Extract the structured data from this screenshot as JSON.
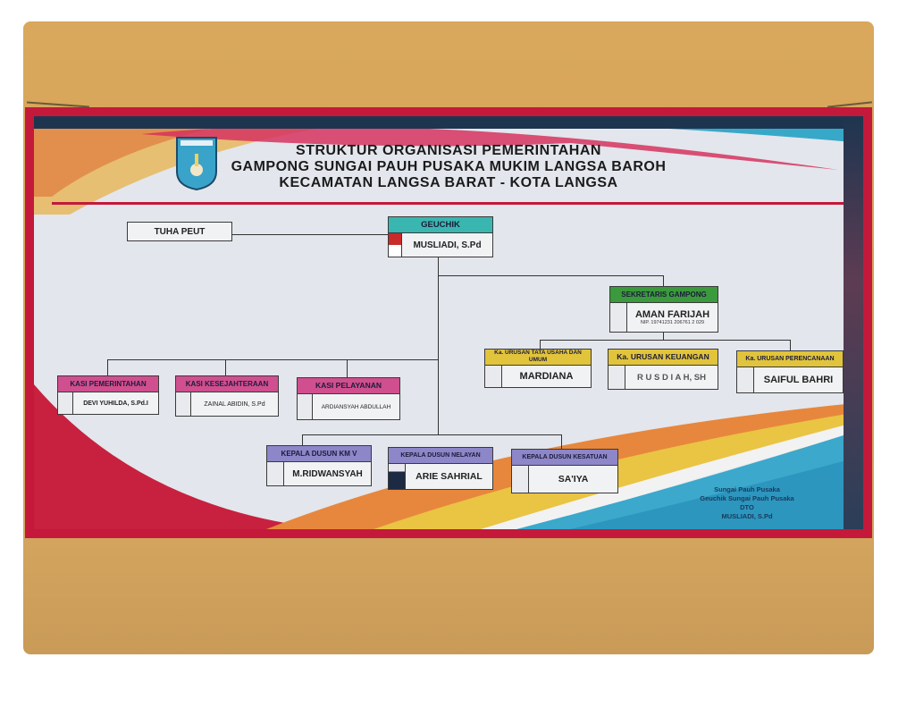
{
  "header": {
    "title_line1": "STRUKTUR ORGANISASI PEMERINTAHAN",
    "title_line2": "GAMPONG SUNGAI PAUH PUSAKA MUKIM LANGSA BAROH",
    "title_line3": "KECAMATAN LANGSA BARAT - KOTA LANGSA",
    "emblem_icon": "kota-langsa-emblem-icon"
  },
  "advisory": {
    "label": "TUHA PEUT"
  },
  "head": {
    "title": "GEUCHIK",
    "name": "MUSLIADI, S.Pd",
    "color": "#3ab6b0"
  },
  "secretary": {
    "title": "SEKRETARIS GAMPONG",
    "name": "AMAN FARIJAH",
    "nip": "NIP. 19741231 206761 2 029",
    "color": "#3a9a3c"
  },
  "urusan": [
    {
      "title": "Ka. URUSAN TATA USAHA DAN UMUM",
      "name": "MARDIANA"
    },
    {
      "title": "Ka. URUSAN KEUANGAN",
      "name": "R U S D I A H, SH"
    },
    {
      "title": "Ka. URUSAN PERENCANAAN",
      "name": "SAIFUL BAHRI"
    }
  ],
  "urusan_color": "#e1c43c",
  "kasi": [
    {
      "title": "KASI PEMERINTAHAN",
      "name": "DEVI YUHILDA, S.Pd.I"
    },
    {
      "title": "KASI KESEJAHTERAAN",
      "name": "ZAINAL ABIDIN, S.Pd"
    },
    {
      "title": "KASI PELAYANAN",
      "name": "ARDIANSYAH ABDULLAH"
    }
  ],
  "kasi_color": "#d04f8e",
  "dusun": [
    {
      "title": "KEPALA DUSUN KM V",
      "name": "M.RIDWANSYAH"
    },
    {
      "title": "KEPALA DUSUN NELAYAN",
      "name": "ARIE SAHRIAL"
    },
    {
      "title": "KEPALA DUSUN KESATUAN",
      "name": "SA'IYA"
    }
  ],
  "dusun_color": "#8d86c8",
  "signature": {
    "line1": "Sungai Pauh Pusaka",
    "line2": "Geuchik Sungai Pauh Pusaka",
    "line3": "DTO",
    "line4": "MUSLIADI, S.Pd"
  }
}
